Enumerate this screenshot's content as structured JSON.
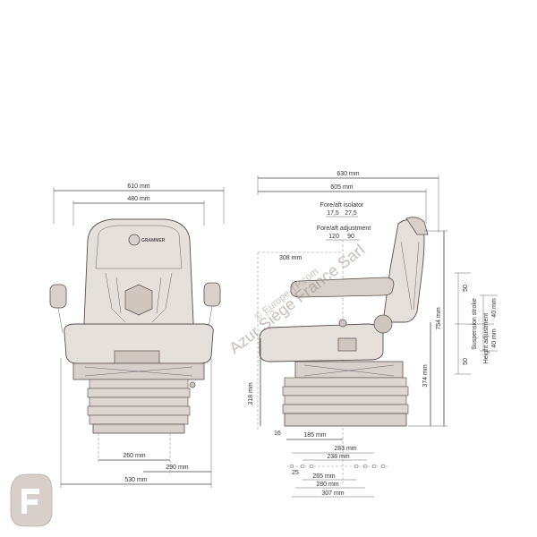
{
  "front_view": {
    "dims": {
      "overall_width": "610 mm",
      "cushion_width": "480 mm",
      "base_width": "530 mm",
      "mount_width_a": "260 mm",
      "mount_width_b": "290 mm"
    },
    "brand_label": "GRAMMER"
  },
  "side_view": {
    "dims": {
      "overall_depth": "630 mm",
      "depth_605": "605 mm",
      "fore_aft_isolator_label": "Fore/aft isolator",
      "isolator_a": "17,5",
      "isolator_b": "27,5",
      "fore_aft_adjustment_label": "Fore/aft adjustment",
      "adjust_a": "120",
      "adjust_b": "90",
      "seat_ref": "308 mm",
      "height_318": "318 mm",
      "height_374": "374 mm",
      "height_754": "754 mm",
      "base_185": "185 mm",
      "offset_16": "16",
      "rail_283": "283 mm",
      "rail_238": "238 mm",
      "rail_25": "25",
      "rail_265": "265 mm",
      "rail_280": "280 mm",
      "rail_307": "307 mm",
      "suspension_top": "50",
      "suspension_bottom": "50",
      "suspension_label": "Suspension stroke",
      "height_adj_label": "Height adjustment",
      "height_adj_a": "40 mm",
      "height_adj_b": "40 mm"
    }
  },
  "watermark": {
    "line1": "Azur Siège France Sarl",
    "line2": "© Europe-TP.com"
  },
  "colors": {
    "seat_fill": "#e6e0dc",
    "outline": "#5a4f4b",
    "watermark": "#9a8a86"
  }
}
